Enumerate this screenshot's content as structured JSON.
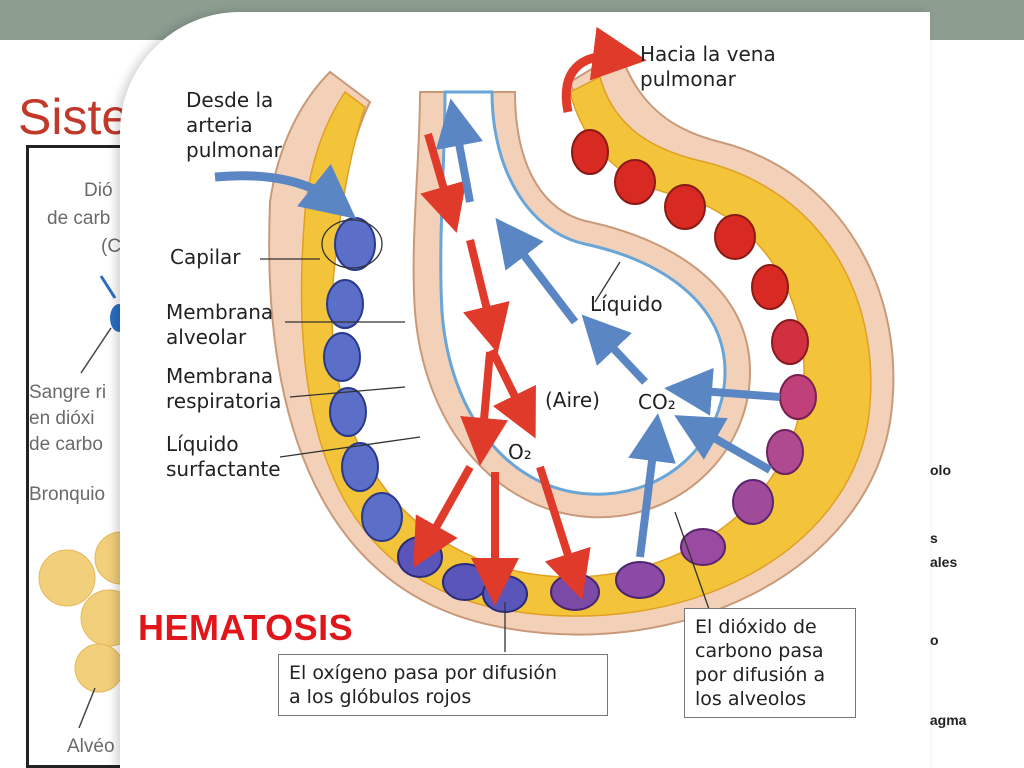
{
  "slide": {
    "title_partial": "Siste",
    "background_left_labels": [
      "Dió",
      "de carb",
      "(C",
      "Sangre ri",
      "en dióxi",
      "de carbo",
      "Bronquio",
      "Alvéo"
    ],
    "background_right_labels": [
      "olo",
      "s",
      "ales",
      "o",
      "Diafragma"
    ]
  },
  "diagram": {
    "labels": {
      "from_artery_line1": "Desde la",
      "from_artery_line2": "arteria",
      "from_artery_line3": "pulmonar",
      "to_vein_line1": "Hacia la vena",
      "to_vein_line2": "pulmonar",
      "capillary": "Capilar",
      "alveolar_membrane_line1": "Membrana",
      "alveolar_membrane_line2": "alveolar",
      "respiratory_membrane_line1": "Membrana",
      "respiratory_membrane_line2": "respiratoria",
      "surfactant_line1": "Líquido",
      "surfactant_line2": "surfactante",
      "liquid": "Líquido",
      "air": "(Aire)",
      "co2": "CO₂",
      "o2": "O₂"
    },
    "caption": "HEMATOSIS",
    "box_o2_line1": "El oxígeno pasa por difusión",
    "box_o2_line2": "a los glóbulos rojos",
    "box_co2_line1": "El dióxido de",
    "box_co2_line2": "carbono pasa",
    "box_co2_line3": "por difusión a",
    "box_co2_line4": "los alveolos",
    "colors": {
      "oxygen_arrow": "#e03a2a",
      "co2_arrow": "#5b86c4",
      "blood": "#f3c33a",
      "tissue": "#f3d1b8",
      "cell_blue": "#5b6fc9",
      "cell_purple": "#7b4aa6",
      "cell_red": "#d82a22",
      "title_red": "#e0161b",
      "header_bar": "#8d9e91"
    }
  }
}
